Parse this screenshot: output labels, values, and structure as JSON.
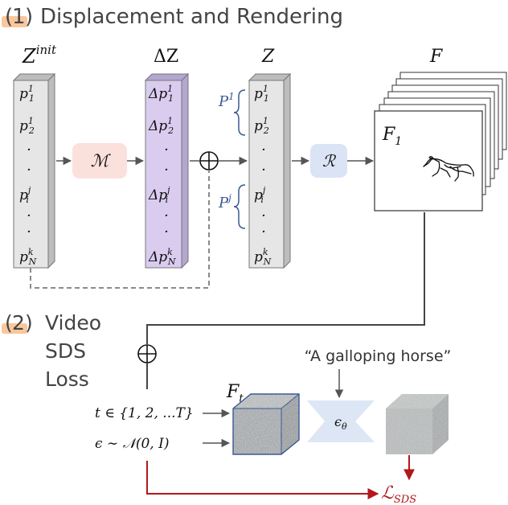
{
  "section1": {
    "number": "1",
    "title": "Displacement and Rendering"
  },
  "section2": {
    "number": "2",
    "title_lines": [
      "Video",
      "SDS",
      "Loss"
    ]
  },
  "columns": {
    "zinit": {
      "label_main": "Z",
      "label_sup": "init",
      "entries": [
        {
          "base": "p",
          "sup": "1",
          "sub": "1"
        },
        {
          "base": "p",
          "sup": "1",
          "sub": "2"
        },
        {
          "base": "·",
          "sup": "",
          "sub": ""
        },
        {
          "base": "·",
          "sup": "",
          "sub": ""
        },
        {
          "base": "p",
          "sup": "j",
          "sub": "i"
        },
        {
          "base": "·",
          "sup": "",
          "sub": ""
        },
        {
          "base": "·",
          "sup": "",
          "sub": ""
        },
        {
          "base": "p",
          "sup": "k",
          "sub": "N"
        }
      ]
    },
    "delta": {
      "label_main": "ΔZ",
      "entries": [
        {
          "base": "Δp",
          "sup": "1",
          "sub": "1"
        },
        {
          "base": "Δp",
          "sup": "1",
          "sub": "2"
        },
        {
          "base": "·",
          "sup": "",
          "sub": ""
        },
        {
          "base": "·",
          "sup": "",
          "sub": ""
        },
        {
          "base": "Δp",
          "sup": "j",
          "sub": "i"
        },
        {
          "base": "·",
          "sup": "",
          "sub": ""
        },
        {
          "base": "·",
          "sup": "",
          "sub": ""
        },
        {
          "base": "Δp",
          "sup": "k",
          "sub": "N"
        }
      ]
    },
    "z": {
      "label_main": "Z",
      "entries": [
        {
          "base": "p",
          "sup": "1",
          "sub": "1"
        },
        {
          "base": "p",
          "sup": "1",
          "sub": "2"
        },
        {
          "base": "·",
          "sup": "",
          "sub": ""
        },
        {
          "base": "·",
          "sup": "",
          "sub": ""
        },
        {
          "base": "p",
          "sup": "j",
          "sub": "i"
        },
        {
          "base": "·",
          "sup": "",
          "sub": ""
        },
        {
          "base": "·",
          "sup": "",
          "sub": ""
        },
        {
          "base": "p",
          "sup": "k",
          "sub": "N"
        }
      ]
    }
  },
  "braces": [
    {
      "base": "P",
      "sup": "1"
    },
    {
      "base": "P",
      "sup": "j"
    }
  ],
  "ops": {
    "m": "ℳ",
    "r": "ℛ",
    "plus": "⊕"
  },
  "frames": {
    "label": "F",
    "first_main": "F",
    "first_sub": "1"
  },
  "ft": {
    "main": "F",
    "sub": "t"
  },
  "noise": {
    "t_line": "t ∈ {1, 2, ...T}",
    "eps_line": "ϵ ∼ 𝒩(0, I)"
  },
  "unet": {
    "prompt": "“A galloping horse”",
    "label_main": "ϵ",
    "label_sub": "θ"
  },
  "loss": {
    "main": "ℒ",
    "sub": "SDS"
  },
  "colors": {
    "column_grey": "#e6e6e6",
    "column_grey_side": "#bdbdbd",
    "column_purple": "#d9ccef",
    "column_purple_side": "#b3a6cf",
    "m_box": "#fbe1dc",
    "r_box": "#dbe4f5",
    "unet": "#dde6f5",
    "highlight": "#f9c79c",
    "brace": "#3a5a96",
    "loss_red": "#b2181b",
    "cube_face": "#9aa0a4"
  }
}
